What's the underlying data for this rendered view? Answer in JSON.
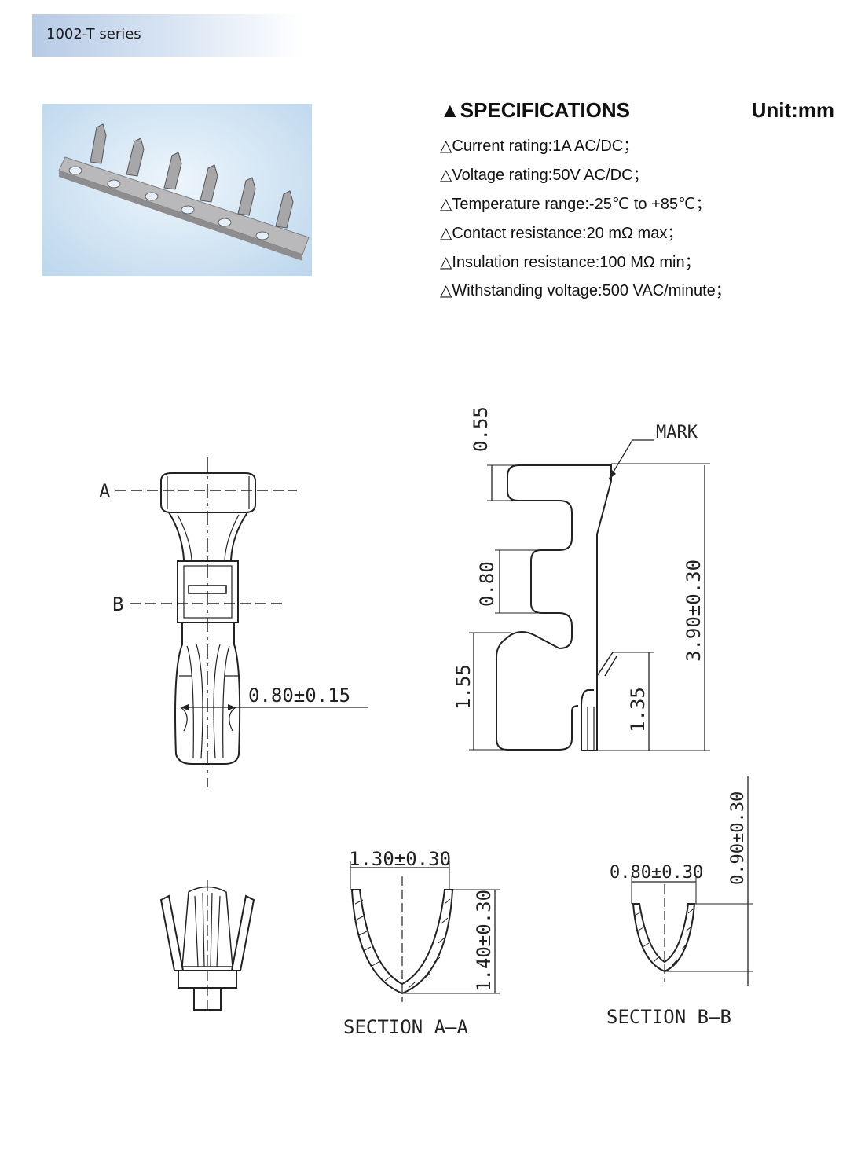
{
  "header": {
    "series_title": "1002-T series"
  },
  "specifications": {
    "title": "▲SPECIFICATIONS",
    "unit": "Unit:mm",
    "items": [
      "△Current rating:1A AC/DC；",
      "△Voltage rating:50V AC/DC；",
      "△Temperature range:-25℃  to +85℃；",
      "△Contact resistance:20 mΩ max；",
      "△Insulation resistance:100 MΩ min；",
      "△Withstanding voltage:500 VAC/minute；"
    ]
  },
  "drawing": {
    "front_view": {
      "label_a": "A",
      "label_b": "B",
      "width_dim": "0.80±0.15"
    },
    "side_view": {
      "mark": "MARK",
      "dim_top": "0.55",
      "dim_mid": "0.80",
      "dim_lower": "1.55",
      "dim_right_lower": "1.35",
      "dim_total": "3.90±0.30"
    },
    "section_aa": {
      "width_dim": "1.30±0.30",
      "height_dim": "1.40±0.30",
      "label": "SECTION  A–A"
    },
    "section_bb": {
      "width_dim": "0.80±0.30",
      "height_dim": "0.90±0.30",
      "label": "SECTION  B–B"
    }
  },
  "colors": {
    "header_bar": "#b7cbe6",
    "photo_bg": "#cfe3f3",
    "line": "#222222"
  }
}
